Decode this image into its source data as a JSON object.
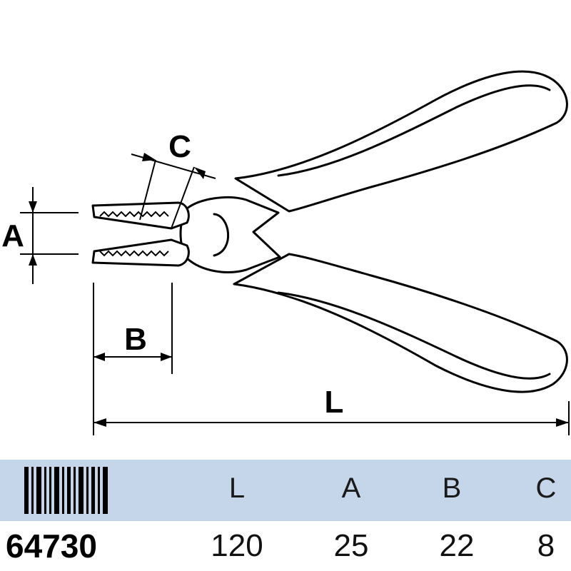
{
  "dimensions": {
    "a_label": "A",
    "b_label": "B",
    "c_label": "C",
    "l_label": "L"
  },
  "table": {
    "barcode_icon": "barcode-icon",
    "headers": [
      "L",
      "A",
      "B",
      "C"
    ],
    "article": "64730",
    "values": [
      "120",
      "25",
      "22",
      "8"
    ]
  },
  "colors": {
    "header_bg": "#c6d6ea",
    "outline": "#000000"
  }
}
